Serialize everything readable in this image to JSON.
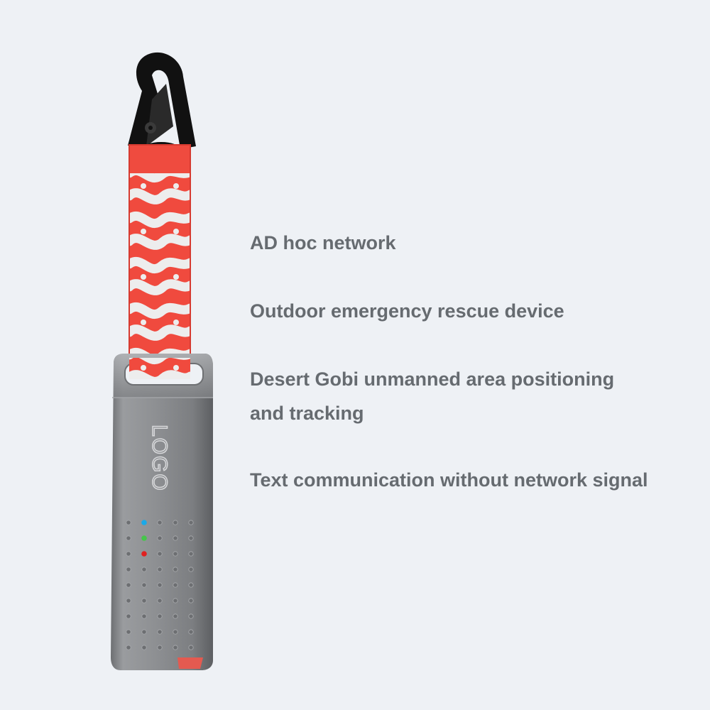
{
  "features": [
    {
      "text": "AD hoc network"
    },
    {
      "text": "Outdoor emergency rescue device"
    },
    {
      "text": "Desert Gobi unmanned area positioning and tracking"
    },
    {
      "text": "Text communication without network signal"
    }
  ],
  "device": {
    "logo_text": "LOGO",
    "led_colors": [
      "#1aa9e8",
      "#45c64a",
      "#e02020"
    ],
    "strap_color": "#f04a3e",
    "body_color": "#8b8d90"
  },
  "colors": {
    "background": "#eef1f5",
    "feature_text": "#666b70"
  }
}
